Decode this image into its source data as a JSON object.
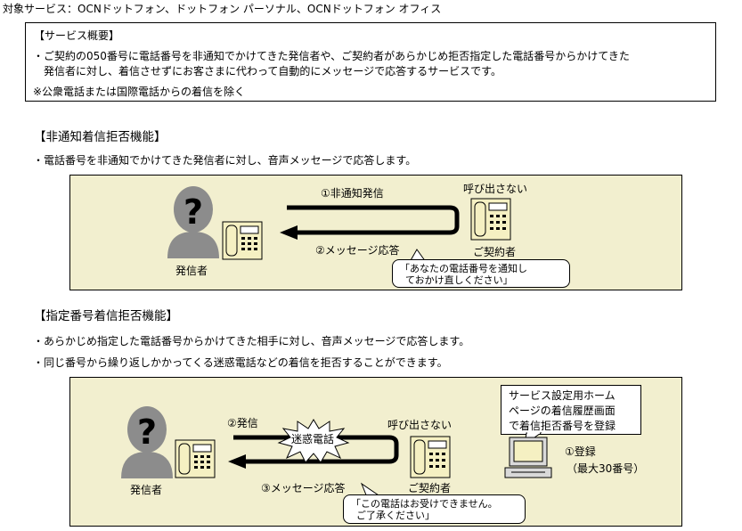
{
  "target_services": "対象サービス：OCNドットフォン、ドットフォン パーソナル、OCNドットフォン オフィス",
  "overview": {
    "heading": "【サービス概要】",
    "line1": "・ご契約の050番号に電話番号を非通知でかけてきた発信者や、ご契約者があらかじめ拒否指定した電話番号からかけてきた",
    "line2": "発信者に対し、着信させずにお客さまに代わって自動的にメッセージで応答するサービスです。",
    "note": "※公衆電話または国際電話からの着信を除く"
  },
  "section1": {
    "heading": "【非通知着信拒否機能】",
    "bullet": "・電話番号を非通知でかけてきた発信者に対し、音声メッセージで応答します。",
    "step1": "①非通知発信",
    "no_ring": "呼び出さない",
    "step2": "②メッセージ応答",
    "caller": "発信者",
    "subscriber": "ご契約者",
    "message_line1": "「あなたの電話番号を通知し",
    "message_line2": "ておかけ直しください」"
  },
  "section2": {
    "heading": "【指定番号着信拒否機能】",
    "bullet1": "・あらかじめ指定した電話番号からかけてきた相手に対し、音声メッセージで応答します。",
    "bullet2": "・同じ番号から繰り返しかかってくる迷惑電話などの着信を拒否することができます。",
    "step2": "②発信",
    "spam": "迷惑電話",
    "no_ring": "呼び出さない",
    "step3": "③メッセージ応答",
    "caller": "発信者",
    "subscriber": "ご契約者",
    "message_line1": "「この電話はお受けできません。",
    "message_line2": "ご了承ください」",
    "web_line1": "サービス設定用ホーム",
    "web_line2": "ページの着信履歴画面",
    "web_line3": "で着信拒否番号を登録",
    "step1": "①登録",
    "max": "（最大30番号）"
  },
  "colors": {
    "panel": "#f2efcf",
    "person": "#8c8c8c",
    "phone_body": "#f5f0c2"
  }
}
